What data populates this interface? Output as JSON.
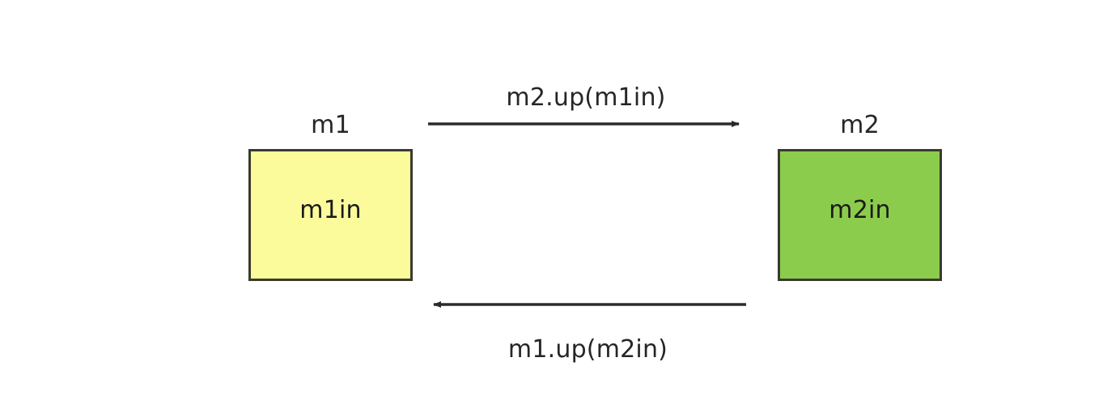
{
  "diagram": {
    "type": "sequence-interaction",
    "background_color": "#ffffff",
    "nodes": [
      {
        "id": "m1",
        "title": "m1",
        "inner_label": "m1in",
        "fill_color": "#fbfb9c",
        "border_color": "#3a3a2e"
      },
      {
        "id": "m2",
        "title": "m2",
        "inner_label": "m2in",
        "fill_color": "#8ccc4c",
        "border_color": "#3a3a2e"
      }
    ],
    "edges": [
      {
        "id": "edge-top",
        "label": "m2.up(m1in)",
        "direction": "left-to-right",
        "from": "m1",
        "to": "m2",
        "color": "#2b2b2b"
      },
      {
        "id": "edge-bottom",
        "label": "m1.up(m2in)",
        "direction": "right-to-left",
        "from": "m2",
        "to": "m1",
        "color": "#2b2b2b"
      }
    ]
  }
}
